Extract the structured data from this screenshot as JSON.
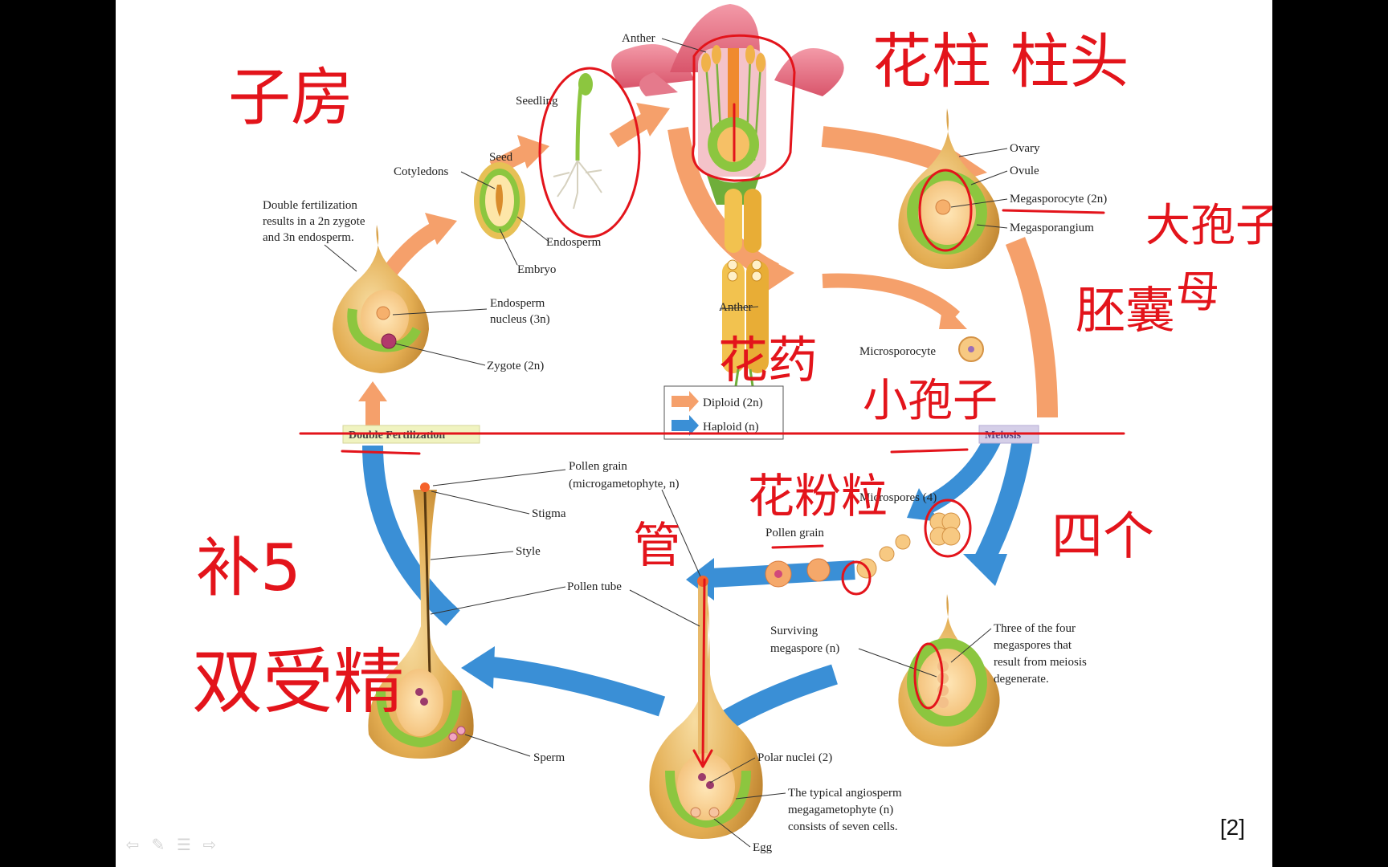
{
  "diagram": {
    "labels": {
      "anther_top": "Anther",
      "seedling": "Seedling",
      "seed": "Seed",
      "cotyledons": "Cotyledons",
      "endosperm": "Endosperm",
      "embryo": "Embryo",
      "double_fert_note_1": "Double fertilization",
      "double_fert_note_2": "results in a 2n zygote",
      "double_fert_note_3": "and 3n endosperm.",
      "endosperm_nucleus_1": "Endosperm",
      "endosperm_nucleus_2": "nucleus (3n)",
      "zygote": "Zygote (2n)",
      "ovary": "Ovary",
      "ovule": "Ovule",
      "megasporocyte": "Megasporocyte (2n)",
      "megasporangium": "Megasporangium",
      "anther_mid": "Anther",
      "microsporocyte": "Microsporocyte",
      "diploid": "Diploid (2n)",
      "haploid": "Haploid (n)",
      "double_fertilization_banner": "Double Fertilization",
      "meiosis_banner": "Meiosis",
      "pollen_grain_top_1": "Pollen grain",
      "pollen_grain_top_2": "(microgametophyte, n)",
      "stigma": "Stigma",
      "style": "Style",
      "pollen_tube": "Pollen tube",
      "sperm": "Sperm",
      "microspores": "Microspores (4)",
      "pollen_grain_mid": "Pollen grain",
      "surviving_1": "Surviving",
      "surviving_2": "megaspore (n)",
      "three_of_four_1": "Three of the four",
      "three_of_four_2": "megaspores that",
      "three_of_four_3": "result from meiosis",
      "three_of_four_4": "degenerate.",
      "polar_nuclei": "Polar nuclei (2)",
      "typical_1": "The typical angiosperm",
      "typical_2": "megagametophyte (n)",
      "typical_3": "consists of seven cells.",
      "egg": "Egg"
    },
    "handwriting": {
      "ovary_cn": "子房",
      "style_stigma_cn": "花柱 柱头",
      "megaspore_cn": "大孢子",
      "mother_cn": "母",
      "embryo_sac_cn": "胚囊",
      "anther_cn": "花药",
      "microspore_cn": "小孢子",
      "pollen_grain_cn": "花粉粒",
      "tube_cn": "管",
      "four_cn": "四个",
      "supplement_cn": "补5",
      "double_fert_cn": "双受精"
    },
    "colors": {
      "diploid_arrow": "#f5a06b",
      "haploid_arrow": "#3a8fd6",
      "ink": "#e3141b",
      "ovule_tan": "#e6b25a",
      "embryo_sac_green": "#8cc63f"
    }
  },
  "footer": {
    "citation": "[2]",
    "nav_icons": [
      "arrow-left-icon",
      "pen-icon",
      "menu-icon",
      "arrow-right-icon"
    ]
  }
}
